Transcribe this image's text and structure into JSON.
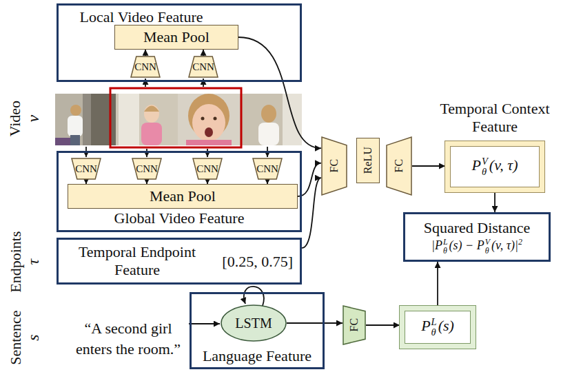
{
  "diagram": {
    "nodes": [
      {
        "text": [
          "Local Video Feature"
        ]
      },
      {
        "text": [
          "Mean Pool"
        ],
        "in": 0
      },
      {
        "text": [
          "CNN"
        ],
        "in": 0
      },
      {
        "text": [
          "CNN"
        ],
        "in": 0
      },
      {
        "text": [
          "Global Video Feature"
        ]
      },
      {
        "text": [
          "CNN"
        ],
        "in": 4
      },
      {
        "text": [
          "CNN"
        ],
        "in": 4
      },
      {
        "text": [
          "CNN"
        ],
        "in": 4
      },
      {
        "text": [
          "CNN"
        ],
        "in": 4
      },
      {
        "text": [
          "Mean Pool"
        ],
        "in": 4
      },
      {
        "text": [
          "Temporal Endpoint Feature",
          "[0.25, 0.75]"
        ]
      },
      {
        "text": [
          "Language Feature"
        ]
      },
      {
        "text": [
          "LSTM"
        ],
        "in": 11
      },
      {
        "text": [
          "FC"
        ]
      },
      {
        "text": [
          "FC"
        ]
      },
      {
        "text": [
          "ReLU"
        ]
      },
      {
        "text": [
          "FC"
        ]
      },
      {
        "text": [
          "Temporal Context Feature",
          "P",
          "V",
          "θ",
          "(v, τ)"
        ]
      },
      {
        "text": [
          "Squared Distance",
          "|P",
          "L",
          "θ",
          "(s) − P",
          "V",
          "θ",
          "(v, τ)|",
          "2"
        ]
      },
      {
        "text": [
          "P",
          "L",
          "θ",
          "(s)"
        ]
      }
    ],
    "edges": [
      {
        "from": 2,
        "to": 1,
        "arrow": "to"
      },
      {
        "from": 3,
        "to": 1,
        "arrow": "to"
      },
      {
        "from": 5,
        "to": 9,
        "arrow": "to"
      },
      {
        "from": 6,
        "to": 9,
        "arrow": "to"
      },
      {
        "from": 7,
        "to": 9,
        "arrow": "to"
      },
      {
        "from": 8,
        "to": 9,
        "arrow": "to"
      },
      {
        "from": 1,
        "to": 14,
        "arrow": "to"
      },
      {
        "from": 9,
        "to": 14,
        "arrow": "to"
      },
      {
        "from": 10,
        "to": 14,
        "arrow": "to"
      },
      {
        "from": 16,
        "to": 17,
        "arrow": "to"
      },
      {
        "from": 17,
        "to": 18,
        "arrow": "to"
      },
      {
        "from": 19,
        "to": 18,
        "arrow": "to"
      },
      {
        "from": 12,
        "to": 13,
        "arrow": "to"
      },
      {
        "from": 13,
        "to": 19,
        "arrow": "to"
      }
    ],
    "labels": [
      "Video",
      "v",
      "Endpoints",
      "τ",
      "Sentence",
      "s",
      "“A second girl enters the room.”"
    ]
  }
}
